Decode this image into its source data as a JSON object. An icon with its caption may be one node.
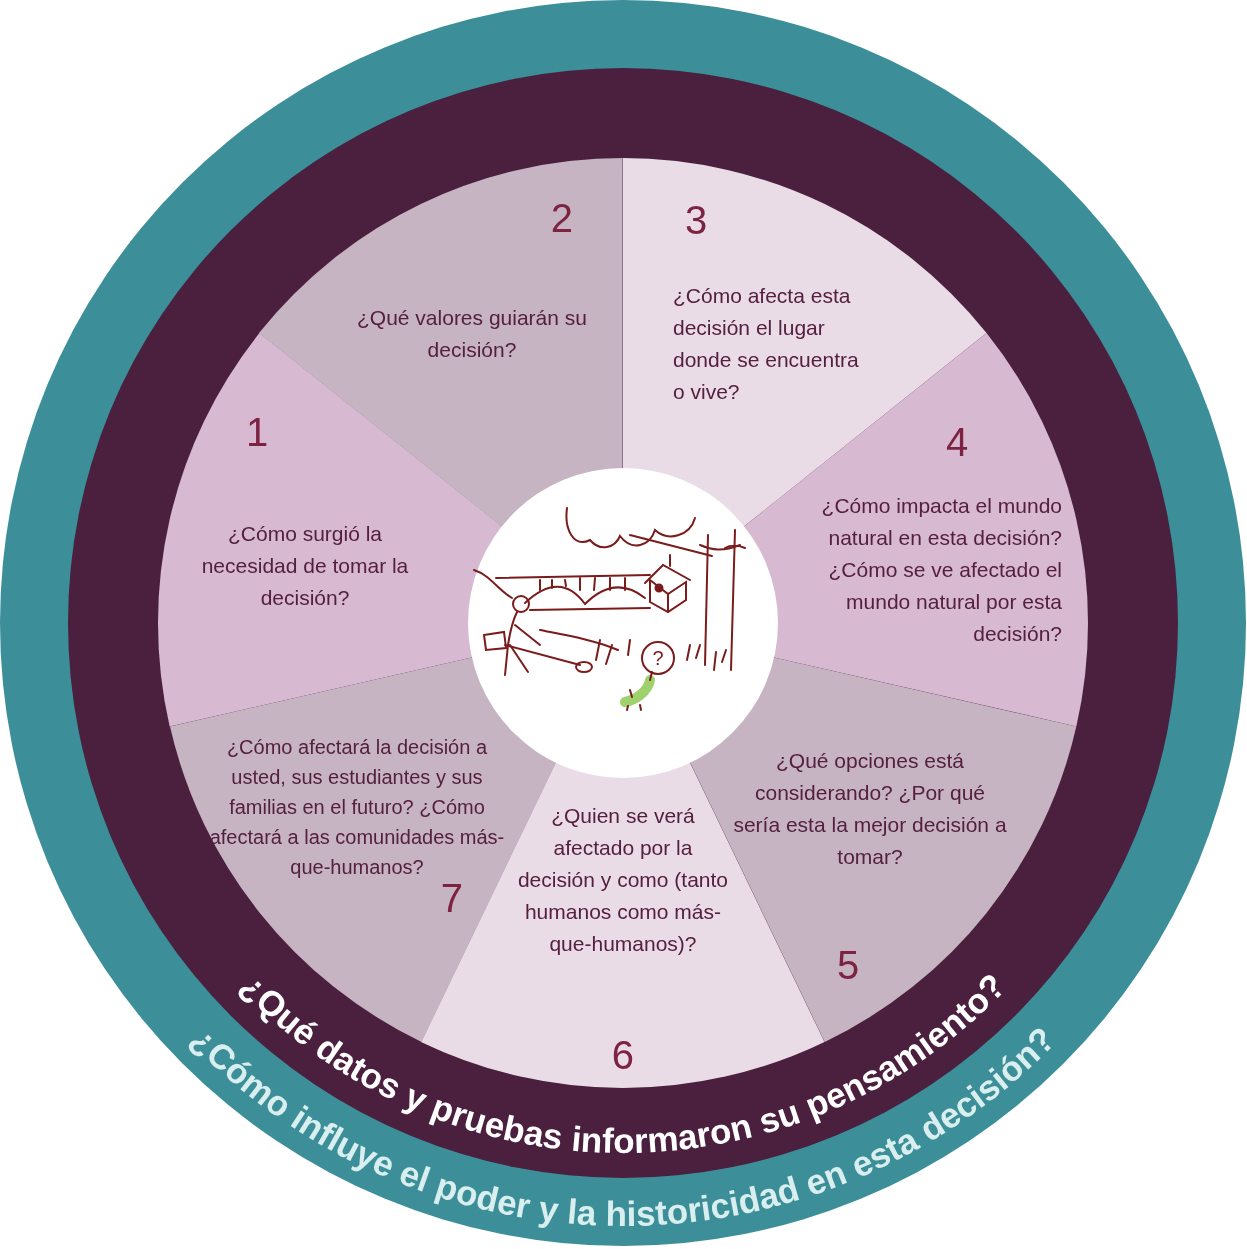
{
  "diagram": {
    "nodes": [
      {
        "text": [
          "1",
          "¿Cómo surgió la necesidad de tomar la decisión?"
        ]
      },
      {
        "text": [
          "2",
          "¿Qué valores guiarán su decisión?"
        ]
      },
      {
        "text": [
          "3",
          "¿Cómo afecta esta decisión el lugar donde se encuentra o vive?"
        ]
      },
      {
        "text": [
          "4",
          "¿Cómo impacta el mundo natural en esta decisión? ¿Cómo se ve afectado el mundo natural por esta decisión?"
        ]
      },
      {
        "text": [
          "¿Qué opciones está considerando? ¿Por qué sería esta la mejor decisión a tomar?",
          "5"
        ]
      },
      {
        "text": [
          "¿Quien se verá afectado por la decisión y como (tanto humanos como más-que-humanos)?",
          "6"
        ]
      },
      {
        "text": [
          "¿Cómo afectará la decisión a usted, sus estudiantes y sus familias en el futuro? ¿Cómo afectará a las comunidades más-que-humanos?",
          "7"
        ]
      },
      {
        "text": [],
        "shape": "picture"
      }
    ],
    "edges": [],
    "labels": [
      "¿Qué datos y pruebas informaron su pensamiento?",
      "¿Cómo influye el poder y la historicidad en esta decisión?",
      "?"
    ]
  }
}
